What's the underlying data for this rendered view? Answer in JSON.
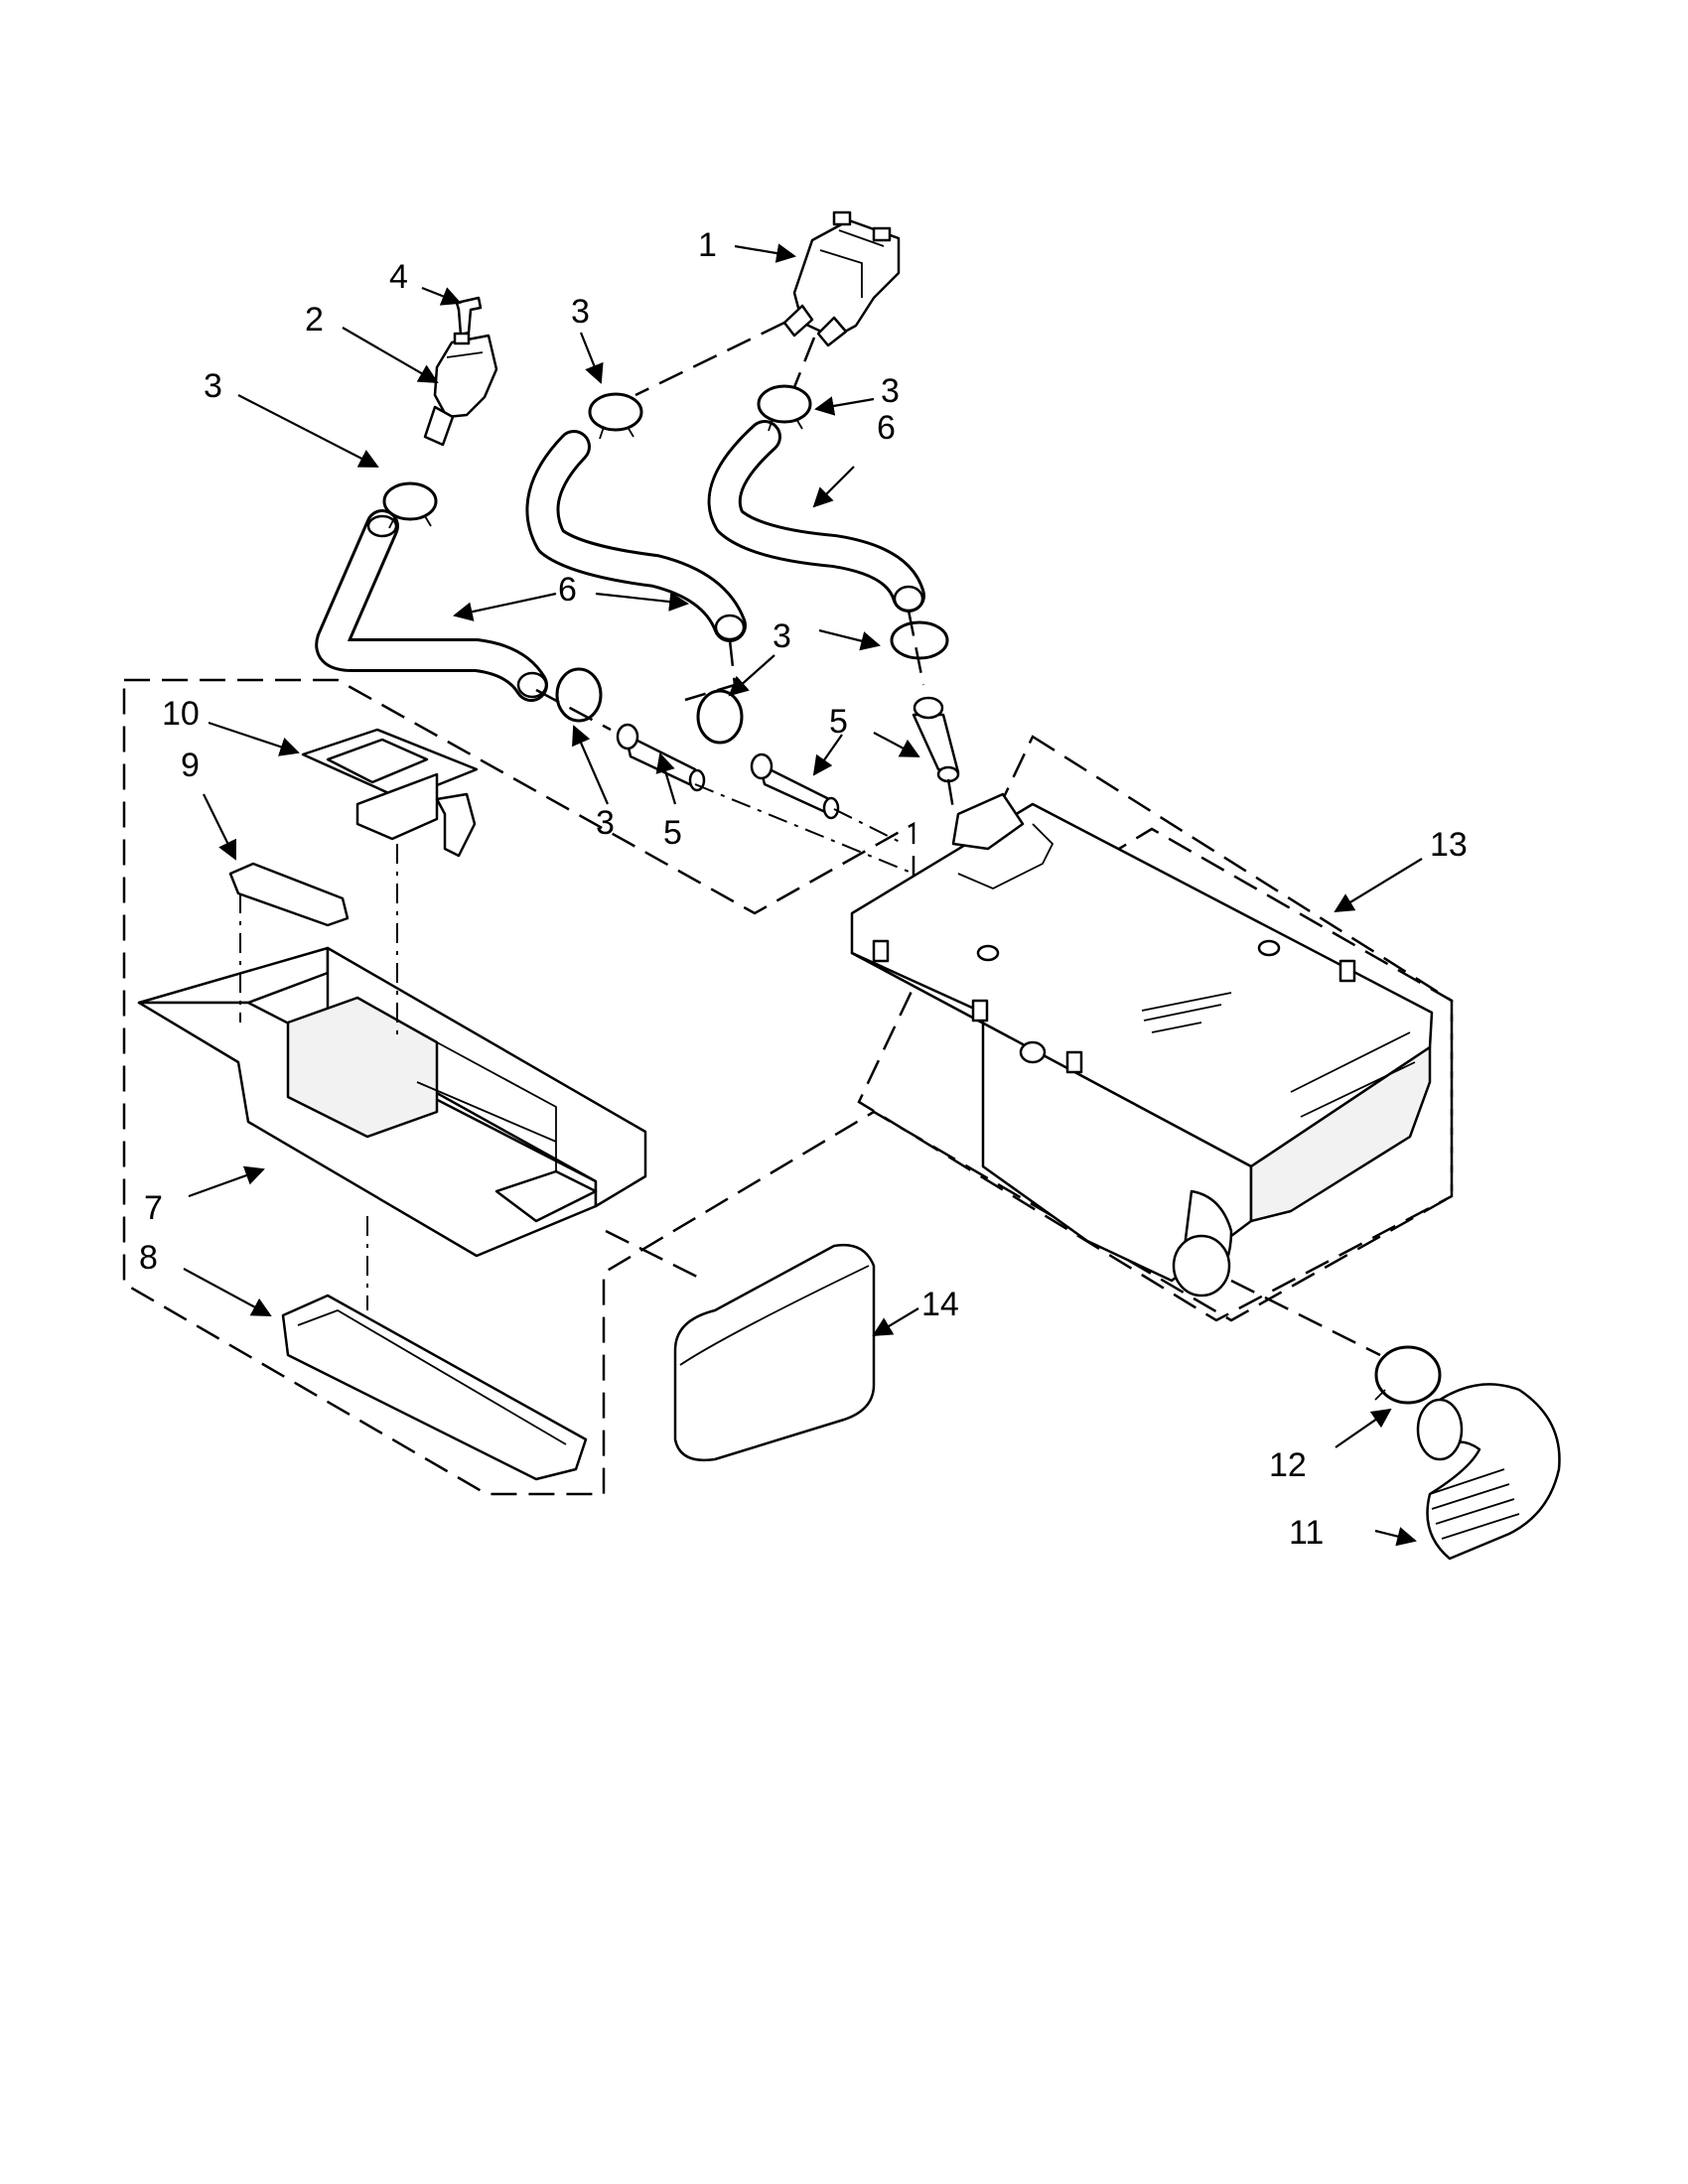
{
  "callouts": [
    {
      "id": "1",
      "label": "1"
    },
    {
      "id": "2",
      "label": "2"
    },
    {
      "id": "3a",
      "label": "3"
    },
    {
      "id": "3b",
      "label": "3"
    },
    {
      "id": "3c",
      "label": "3"
    },
    {
      "id": "3d",
      "label": "3"
    },
    {
      "id": "3e",
      "label": "3"
    },
    {
      "id": "3f",
      "label": "3"
    },
    {
      "id": "4",
      "label": "4"
    },
    {
      "id": "5a",
      "label": "5"
    },
    {
      "id": "5b",
      "label": "5"
    },
    {
      "id": "6a",
      "label": "6"
    },
    {
      "id": "6b",
      "label": "6"
    },
    {
      "id": "6c",
      "label": "6"
    },
    {
      "id": "7",
      "label": "7"
    },
    {
      "id": "8",
      "label": "8"
    },
    {
      "id": "9",
      "label": "9"
    },
    {
      "id": "10",
      "label": "10"
    },
    {
      "id": "11",
      "label": "11"
    },
    {
      "id": "12",
      "label": "12"
    },
    {
      "id": "13",
      "label": "13"
    },
    {
      "id": "14",
      "label": "14"
    }
  ]
}
